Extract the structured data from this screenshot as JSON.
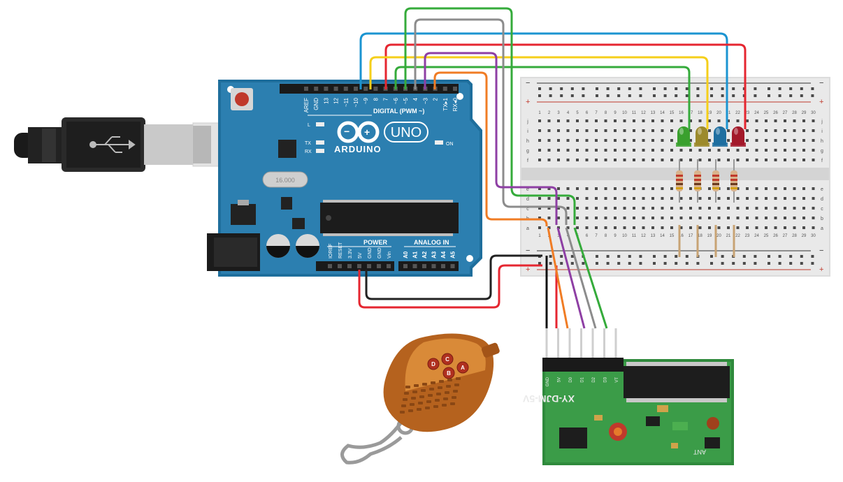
{
  "arduino": {
    "logo": "ARDUINO",
    "model": "UNO",
    "digital_label": "DIGITAL (PWM ~)",
    "power_label": "POWER",
    "analog_label": "ANALOG IN",
    "on_label": "ON",
    "l_label": "L",
    "tx_label": "TX",
    "rx_label": "RX",
    "digital_pins": [
      "AREF",
      "GND",
      "13",
      "12",
      "~11",
      "~10",
      "~9",
      "8",
      "7",
      "~6",
      "~5",
      "4",
      "~3",
      "2",
      "TX▸1",
      "RX◂0"
    ],
    "power_pins": [
      "IOREF",
      "RESET",
      "3.3V",
      "5V",
      "GND",
      "GND",
      "Vin"
    ],
    "analog_pins": [
      "A0",
      "A1",
      "A2",
      "A3",
      "A4",
      "A5"
    ],
    "crystal_label": "16.000"
  },
  "breadboard": {
    "rail_minus": "−",
    "rail_plus": "+",
    "rows_top": [
      "j",
      "i",
      "h",
      "g",
      "f"
    ],
    "rows_bottom": [
      "e",
      "d",
      "c",
      "b",
      "a"
    ],
    "column_numbers": [
      "1",
      "2",
      "3",
      "4",
      "5",
      "6",
      "7",
      "8",
      "9",
      "10",
      "11",
      "12",
      "13",
      "14",
      "15",
      "16",
      "17",
      "18",
      "19",
      "20",
      "21",
      "22",
      "23",
      "24",
      "25",
      "26",
      "27",
      "28",
      "29",
      "30"
    ]
  },
  "receiver": {
    "model": "XY-DJM-5V",
    "ant": "ANT",
    "pins": [
      "GND",
      "5V",
      "D0",
      "D1",
      "D2",
      "D3",
      "VT"
    ]
  },
  "remote": {
    "buttons": [
      "A",
      "B",
      "C",
      "D"
    ]
  },
  "leds": [
    {
      "color": "green",
      "hex": "#3aa02e"
    },
    {
      "color": "yellow",
      "hex": "#9c8a2c"
    },
    {
      "color": "blue",
      "hex": "#1f6fa0"
    },
    {
      "color": "red",
      "hex": "#a3192a"
    }
  ],
  "wire_colors": {
    "blue": "#1b94d1",
    "yellow": "#f5cf1a",
    "red": "#e52630",
    "green": "#35ab3b",
    "gray": "#8c8c8c",
    "purple": "#8e3fa4",
    "orange": "#f07c24",
    "black": "#222222"
  }
}
